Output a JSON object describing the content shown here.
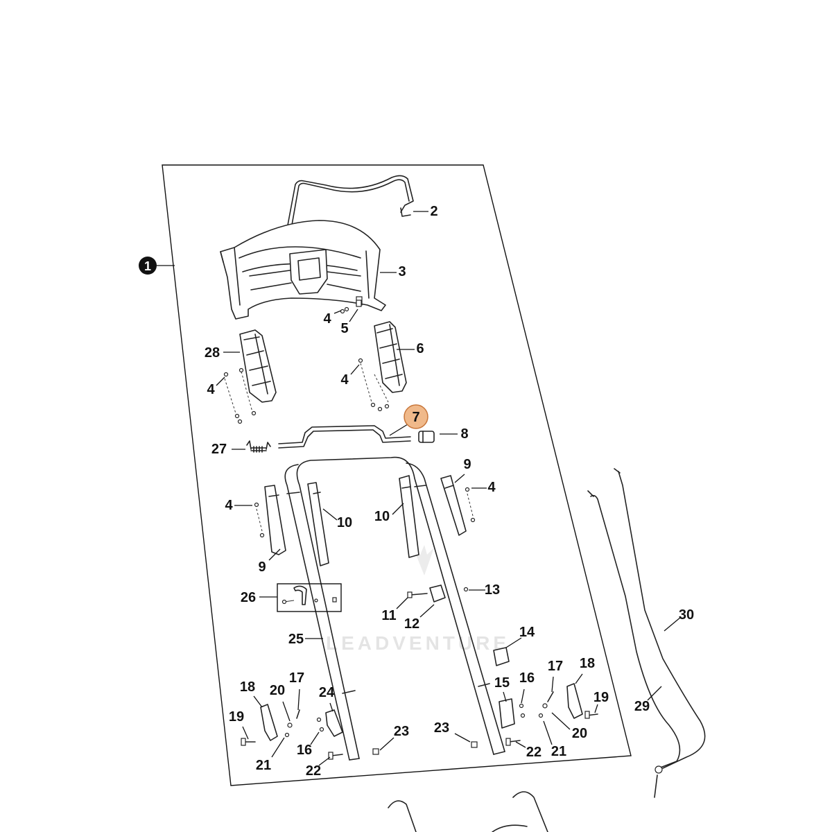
{
  "diagram": {
    "assembly_badge": "1",
    "highlight_color": "#f0b98a",
    "highlight_stroke": "#c8763a",
    "watermark": "LEADVENTURE",
    "callouts": [
      {
        "id": "c2",
        "label": "2"
      },
      {
        "id": "c3",
        "label": "3"
      },
      {
        "id": "c4a",
        "label": "4"
      },
      {
        "id": "c5",
        "label": "5"
      },
      {
        "id": "c28",
        "label": "28"
      },
      {
        "id": "c6",
        "label": "6"
      },
      {
        "id": "c4b",
        "label": "4"
      },
      {
        "id": "c4c",
        "label": "4"
      },
      {
        "id": "c7",
        "label": "7",
        "highlighted": true
      },
      {
        "id": "c8",
        "label": "8"
      },
      {
        "id": "c27",
        "label": "27"
      },
      {
        "id": "c9a",
        "label": "9"
      },
      {
        "id": "c4d",
        "label": "4"
      },
      {
        "id": "c4e",
        "label": "4"
      },
      {
        "id": "c10a",
        "label": "10"
      },
      {
        "id": "c10b",
        "label": "10"
      },
      {
        "id": "c9b",
        "label": "9"
      },
      {
        "id": "c13",
        "label": "13"
      },
      {
        "id": "c26",
        "label": "26"
      },
      {
        "id": "c11",
        "label": "11"
      },
      {
        "id": "c12",
        "label": "12"
      },
      {
        "id": "c30",
        "label": "30"
      },
      {
        "id": "c25",
        "label": "25"
      },
      {
        "id": "c14",
        "label": "14"
      },
      {
        "id": "c18a",
        "label": "18"
      },
      {
        "id": "c20a",
        "label": "20"
      },
      {
        "id": "c17a",
        "label": "17"
      },
      {
        "id": "c24",
        "label": "24"
      },
      {
        "id": "c16a",
        "label": "16"
      },
      {
        "id": "c15",
        "label": "15"
      },
      {
        "id": "c17b",
        "label": "17"
      },
      {
        "id": "c18b",
        "label": "18"
      },
      {
        "id": "c19a",
        "label": "19"
      },
      {
        "id": "c19b",
        "label": "19"
      },
      {
        "id": "c29",
        "label": "29"
      },
      {
        "id": "c23a",
        "label": "23"
      },
      {
        "id": "c23b",
        "label": "23"
      },
      {
        "id": "c20b",
        "label": "20"
      },
      {
        "id": "c16b",
        "label": "16"
      },
      {
        "id": "c21a",
        "label": "21"
      },
      {
        "id": "c22a",
        "label": "22"
      },
      {
        "id": "c21b",
        "label": "21"
      },
      {
        "id": "c22b",
        "label": "22"
      }
    ]
  }
}
